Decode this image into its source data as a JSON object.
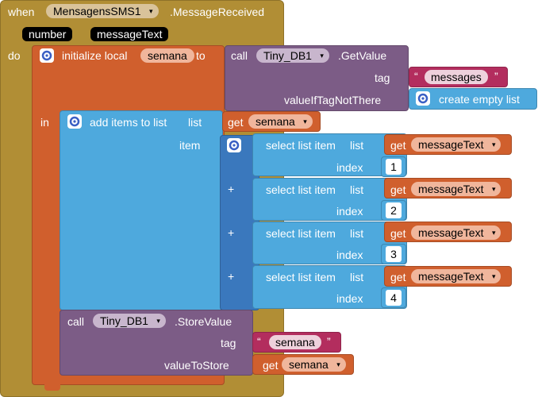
{
  "event": {
    "when_label": "when",
    "component": "MensagensSMS1",
    "event_name": ".MessageReceived",
    "param_number": "number",
    "param_message": "messageText",
    "do_label": "do"
  },
  "init_local": {
    "label": "initialize local",
    "var_name": "semana",
    "to_label": "to",
    "in_label": "in"
  },
  "get_value": {
    "call_label": "call",
    "component": "Tiny_DB1",
    "method": ".GetValue",
    "tag_label": "tag",
    "tag_value": "messages",
    "if_not_there_label": "valueIfTagNotThere",
    "create_empty_list": "create empty list"
  },
  "add_items": {
    "label": "add items to list",
    "list_label": "list",
    "get_label": "get",
    "get_var": "semana",
    "item_label": "item"
  },
  "select_items": [
    {
      "label": "select list item",
      "list_label": "list",
      "get_label": "get",
      "get_var": "messageText",
      "index_label": "index",
      "index": "1"
    },
    {
      "label": "select list item",
      "list_label": "list",
      "get_label": "get",
      "get_var": "messageText",
      "index_label": "index",
      "index": "2"
    },
    {
      "label": "select list item",
      "list_label": "list",
      "get_label": "get",
      "get_var": "messageText",
      "index_label": "index",
      "index": "3"
    },
    {
      "label": "select list item",
      "list_label": "list",
      "get_label": "get",
      "get_var": "messageText",
      "index_label": "index",
      "index": "4"
    }
  ],
  "plus_glyph": "+",
  "store_value": {
    "call_label": "call",
    "component": "Tiny_DB1",
    "method": ".StoreValue",
    "tag_label": "tag",
    "tag_value": "semana",
    "value_label": "valueToStore",
    "get_label": "get",
    "get_var": "semana"
  },
  "quote_open": "“",
  "quote_close": "”",
  "dropdown_arrow": "▾",
  "colors": {
    "event": "#b18e35",
    "variable": "#d05f2d",
    "tinydb": "#7c5c86",
    "list": "#4ea9dd",
    "list_mutator": "#3a78bd",
    "text": "#b32d5e"
  },
  "icons": [
    "gear-icon",
    "dropdown-arrow-icon"
  ]
}
